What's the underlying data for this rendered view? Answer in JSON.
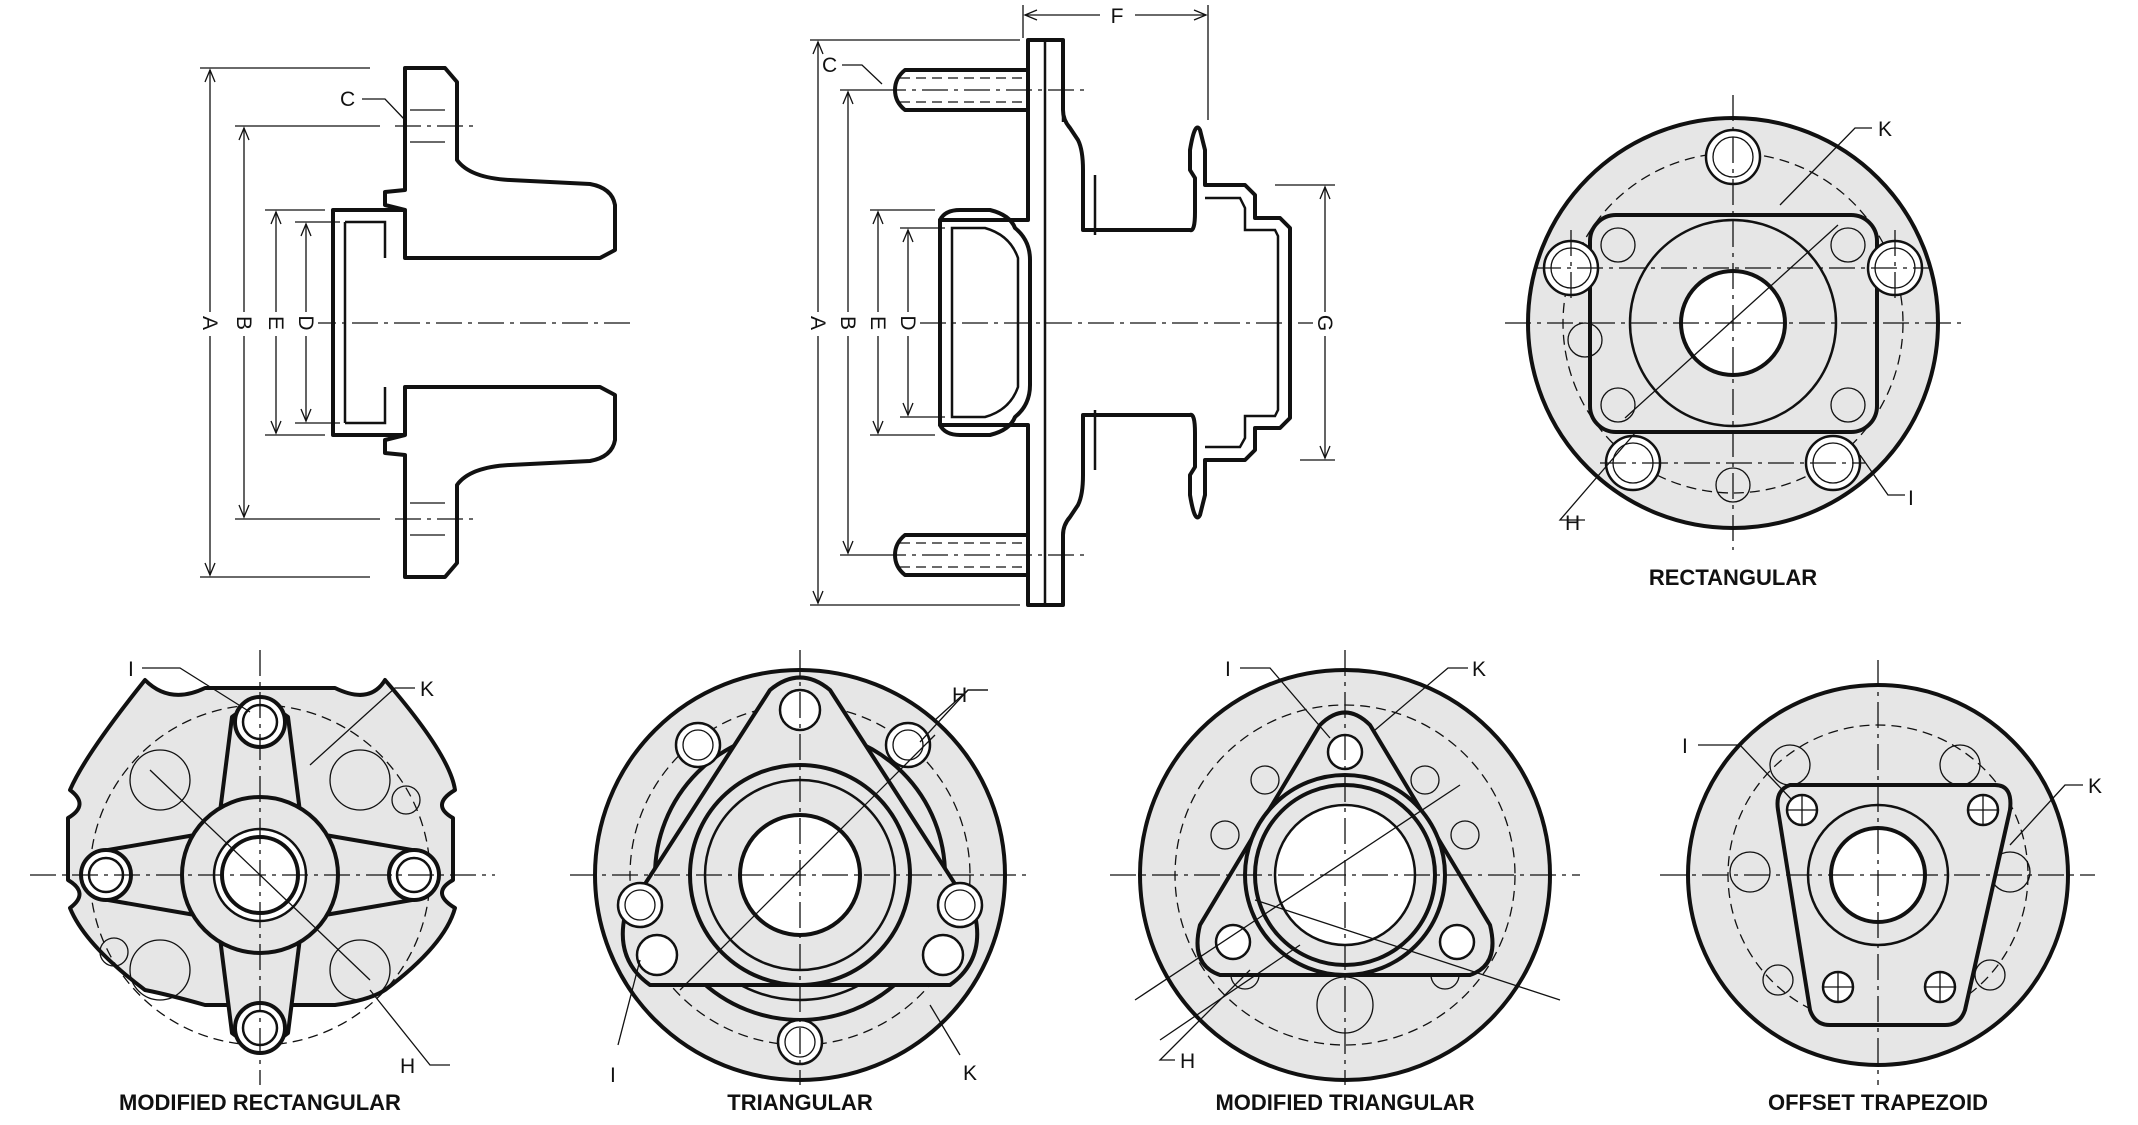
{
  "labels": {
    "a": "A",
    "b": "B",
    "c": "C",
    "d": "D",
    "e": "E",
    "f": "F",
    "g": "G",
    "h": "H",
    "i": "I",
    "k": "K"
  },
  "titles": {
    "rectangular": "RECTANGULAR",
    "modified_rectangular": "MODIFIED RECTANGULAR",
    "triangular": "TRIANGULAR",
    "modified_triangular": "MODIFIED TRIANGULAR",
    "offset_trapezoid": "OFFSET TRAPEZOID"
  },
  "colors": {
    "line": "#111111",
    "fill": "#e6e6e6",
    "background": "#ffffff"
  }
}
